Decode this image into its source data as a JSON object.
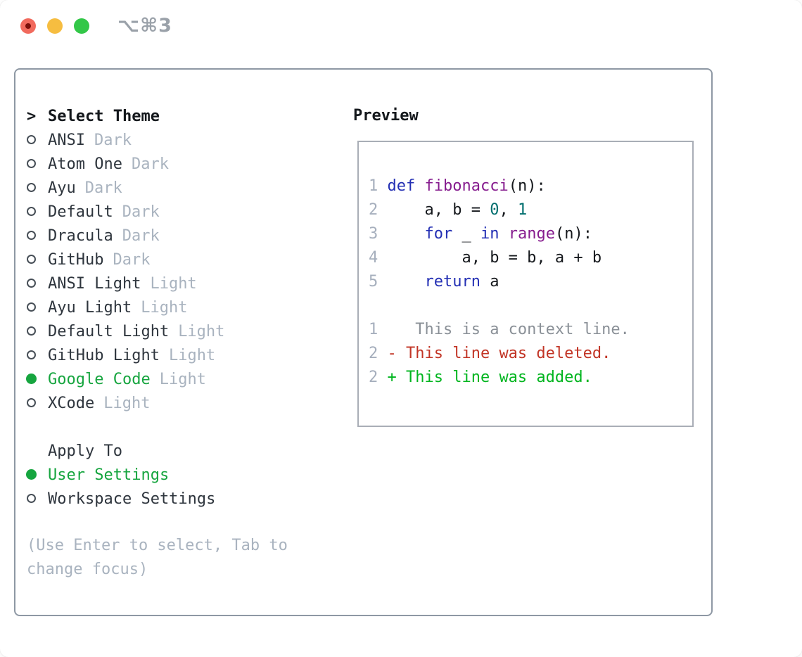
{
  "window": {
    "title": "⌥⌘3"
  },
  "colors": {
    "accent_green": "#16a53f",
    "diff_added": "#00b51f",
    "diff_deleted": "#c23526",
    "diff_context": "#8a9097",
    "syntax_keyword": "#2430b4",
    "syntax_function": "#861c8e",
    "syntax_number": "#006e6e",
    "syntax_plain": "#15181c",
    "line_number": "#a6afbd",
    "muted_text": "#a9b3bf",
    "panel_border": "#8e98a4",
    "preview_border": "#a9aeb6",
    "traffic_red": "#f16a5d",
    "traffic_red_dot": "#7c100a",
    "traffic_yellow": "#f6bd40",
    "traffic_green": "#33c748"
  },
  "theme_menu": {
    "header_prefix": ">",
    "header": "Select Theme",
    "items": [
      {
        "name": "ANSI",
        "variant": "Dark",
        "selected": false
      },
      {
        "name": "Atom One",
        "variant": "Dark",
        "selected": false
      },
      {
        "name": "Ayu",
        "variant": "Dark",
        "selected": false
      },
      {
        "name": "Default",
        "variant": "Dark",
        "selected": false
      },
      {
        "name": "Dracula",
        "variant": "Dark",
        "selected": false
      },
      {
        "name": "GitHub",
        "variant": "Dark",
        "selected": false
      },
      {
        "name": "ANSI Light",
        "variant": "Light",
        "selected": false
      },
      {
        "name": "Ayu Light",
        "variant": "Light",
        "selected": false
      },
      {
        "name": "Default Light",
        "variant": "Light",
        "selected": false
      },
      {
        "name": "GitHub Light",
        "variant": "Light",
        "selected": false
      },
      {
        "name": "Google Code",
        "variant": "Light",
        "selected": true
      },
      {
        "name": "XCode",
        "variant": "Light",
        "selected": false
      }
    ]
  },
  "apply_to": {
    "header": "Apply To",
    "options": [
      {
        "name": "User Settings",
        "selected": true
      },
      {
        "name": "Workspace Settings",
        "selected": false
      }
    ]
  },
  "help_text": "(Use Enter to select, Tab to change focus)",
  "preview": {
    "header": "Preview",
    "code_lines": [
      {
        "num": "1",
        "tokens": [
          {
            "c": "kw",
            "t": "def"
          },
          {
            "c": "pl",
            "t": " "
          },
          {
            "c": "fn",
            "t": "fibonacci"
          },
          {
            "c": "pl",
            "t": "(n):"
          }
        ]
      },
      {
        "num": "2",
        "tokens": [
          {
            "c": "pl",
            "t": "    a, b = "
          },
          {
            "c": "nm",
            "t": "0"
          },
          {
            "c": "pl",
            "t": ", "
          },
          {
            "c": "nm",
            "t": "1"
          }
        ]
      },
      {
        "num": "3",
        "tokens": [
          {
            "c": "pl",
            "t": "    "
          },
          {
            "c": "kw",
            "t": "for"
          },
          {
            "c": "pl",
            "t": " _ "
          },
          {
            "c": "kw",
            "t": "in"
          },
          {
            "c": "pl",
            "t": " "
          },
          {
            "c": "fn",
            "t": "range"
          },
          {
            "c": "pl",
            "t": "(n):"
          }
        ]
      },
      {
        "num": "4",
        "tokens": [
          {
            "c": "pl",
            "t": "        a, b = b, a + b"
          }
        ]
      },
      {
        "num": "5",
        "tokens": [
          {
            "c": "pl",
            "t": "    "
          },
          {
            "c": "kw",
            "t": "return"
          },
          {
            "c": "pl",
            "t": " a"
          }
        ]
      },
      {
        "num": "",
        "tokens": []
      },
      {
        "num": "1",
        "tokens": [
          {
            "c": "ctx",
            "t": "   This is a context line."
          }
        ]
      },
      {
        "num": "2",
        "tokens": [
          {
            "c": "del",
            "t": "- This line was deleted."
          }
        ]
      },
      {
        "num": "2",
        "tokens": [
          {
            "c": "add",
            "t": "+ This line was added."
          }
        ]
      }
    ]
  }
}
